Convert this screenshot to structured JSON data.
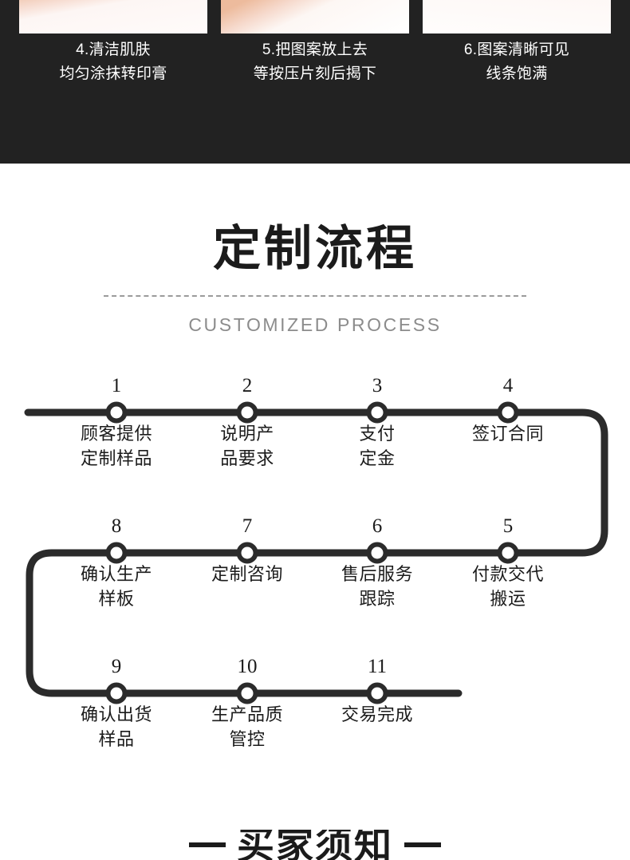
{
  "steps_gallery": {
    "background_color": "#222222",
    "panels": [
      {
        "image_name": "clean-skin-photo",
        "caption_line1": "4.清洁肌肤",
        "caption_line2": "均匀涂抹转印膏"
      },
      {
        "image_name": "apply-stencil-photo",
        "caption_line1": "5.把图案放上去",
        "caption_line2": "等按压片刻后揭下"
      },
      {
        "image_name": "result-pattern-photo",
        "caption_line1": "6.图案清晰可见",
        "caption_line2": "线条饱满"
      }
    ]
  },
  "process_section": {
    "title": "定制流程",
    "subtitle": "CUSTOMIZED PROCESS",
    "accent_color": "#2b2b2b",
    "divider_color": "#9b9b9b"
  },
  "flow_steps": [
    {
      "number": "1",
      "line1": "顾客提供",
      "line2": "定制样品"
    },
    {
      "number": "2",
      "line1": "说明产",
      "line2": "品要求"
    },
    {
      "number": "3",
      "line1": "支付",
      "line2": "定金"
    },
    {
      "number": "4",
      "line1": "签订合同",
      "line2": ""
    },
    {
      "number": "8",
      "line1": "确认生产",
      "line2": "样板"
    },
    {
      "number": "7",
      "line1": "定制咨询",
      "line2": ""
    },
    {
      "number": "6",
      "line1": "售后服务",
      "line2": "跟踪"
    },
    {
      "number": "5",
      "line1": "付款交代",
      "line2": "搬运"
    },
    {
      "number": "9",
      "line1": "确认出货",
      "line2": "样品"
    },
    {
      "number": "10",
      "line1": "生产品质",
      "line2": "管控"
    },
    {
      "number": "11",
      "line1": "交易完成",
      "line2": ""
    }
  ],
  "buyer_notice": {
    "title": "买家须知"
  }
}
